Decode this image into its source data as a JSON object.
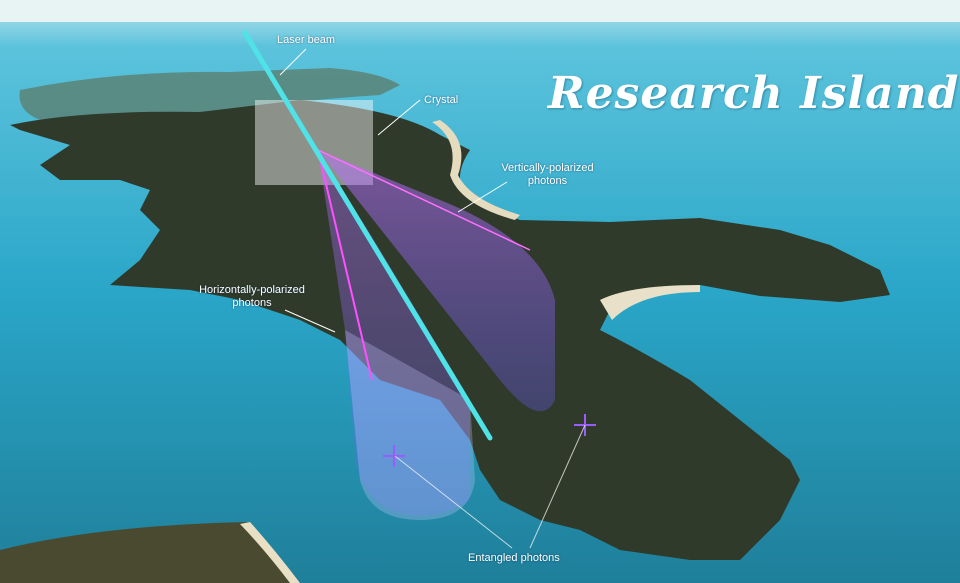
{
  "title": "Research Island",
  "labels": {
    "laser_beam": "Laser beam",
    "crystal": "Crystal",
    "vertical": "Vertically-polarized photons",
    "horizontal": "Horizontally-polarized photons",
    "entangled": "Entangled photons"
  },
  "colors": {
    "sea": "#2a9fc0",
    "land": "#2f3a2a",
    "laser": "#4fe3e8",
    "photon_cone": "#8a5cff"
  }
}
